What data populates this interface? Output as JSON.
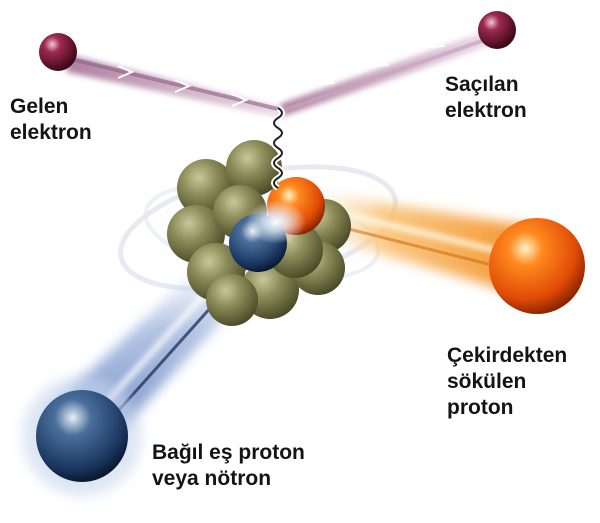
{
  "labels": {
    "incoming_electron": [
      "Gelen",
      "elektron"
    ],
    "scattered_electron": [
      "Saçılan",
      "elektron"
    ],
    "knocked_out_proton": [
      "Çekirdekten",
      "sökülen",
      "proton"
    ],
    "bound_nucleon": [
      "Bağıl eş proton",
      "veya nötron"
    ]
  },
  "colors": {
    "electron": "#7a1838",
    "electron_track": "#c9a3c0",
    "proton": "#e85c0c",
    "proton_beam": "#f7a43c",
    "neutron_partner": "#1f3f6b",
    "partner_beam": "#8aa6d4",
    "nucleus_neutron": "#7c7c4a",
    "text": "#141414"
  },
  "icons": [
    "electron-ball",
    "proton-ball",
    "nucleon-ball",
    "photon-wavy-line",
    "track-arrow"
  ]
}
